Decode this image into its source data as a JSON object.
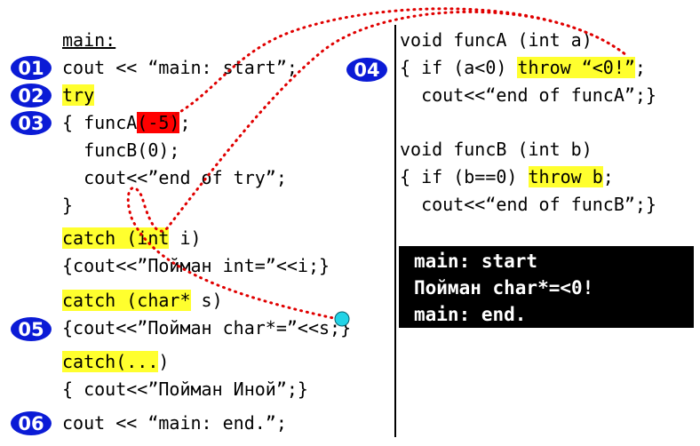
{
  "left_code": {
    "main_label": "main:",
    "l1": "cout << “main: start”;",
    "l2_try": "try",
    "l3_a": "{ funcA",
    "l3_b": "(-5)",
    "l3_c": ";",
    "l4": "  funcB(0);",
    "l5": "  cout<<”end of try”;",
    "l6": "}",
    "l7_a": "catch (int",
    "l7_b": " i)",
    "l8": "{cout<<”Пойман int=”<<i;}",
    "l9_a": "catch (char*",
    "l9_b": " s)",
    "l10": "{cout<<”Пойман char*=”<<s;}",
    "l11_a": "catch(...",
    "l11_b": ")",
    "l12": "{ cout<<”Пойман Иной”;}",
    "l13": "cout << “main: end.”;"
  },
  "right_code": {
    "fa_sig": "void funcA (int a)",
    "fa_l1_a": "{ if (a<0) ",
    "fa_l1_b": "throw “<0!”",
    "fa_l1_c": ";",
    "fa_l2": "  cout<<“end of funcA”;}",
    "fb_sig": "void funcB (int b)",
    "fb_l1_a": "{ if (b==0) ",
    "fb_l1_b": "throw b",
    "fb_l1_c": ";",
    "fb_l2": "  cout<<“end of funcB”;}"
  },
  "badges": [
    "01",
    "02",
    "03",
    "04",
    "05",
    "06"
  ],
  "console": {
    "lines": [
      "main: start",
      "Пойман char*=<0!",
      "main: end."
    ]
  },
  "colors": {
    "highlight": "#ffff2e",
    "highlight_red": "#ff0000",
    "badge": "#0b1bd6",
    "arrow": "#e00000",
    "marker": "#22d3e6",
    "console_bg": "#000000"
  }
}
